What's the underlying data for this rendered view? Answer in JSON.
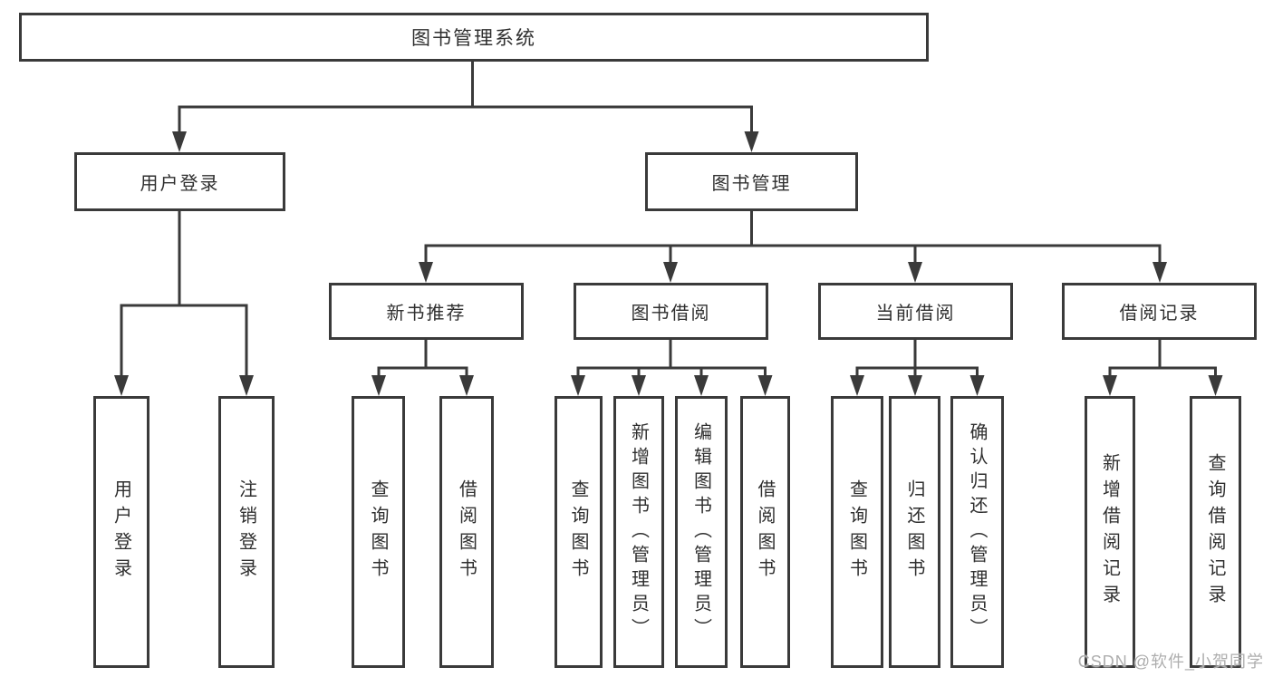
{
  "diagram": {
    "root": {
      "label": "图书管理系统",
      "children": [
        {
          "label": "用户登录",
          "children": [
            {
              "label": "用户登录"
            },
            {
              "label": "注销登录"
            }
          ]
        },
        {
          "label": "图书管理",
          "children": [
            {
              "label": "新书推荐",
              "children": [
                {
                  "label": "查询图书"
                },
                {
                  "label": "借阅图书"
                }
              ]
            },
            {
              "label": "图书借阅",
              "children": [
                {
                  "label": "查询图书"
                },
                {
                  "label": "新增图书（管理员）"
                },
                {
                  "label": "编辑图书（管理员）"
                },
                {
                  "label": "借阅图书"
                }
              ]
            },
            {
              "label": "当前借阅",
              "children": [
                {
                  "label": "查询图书"
                },
                {
                  "label": "归还图书"
                },
                {
                  "label": "确认归还（管理员）"
                }
              ]
            },
            {
              "label": "借阅记录",
              "children": [
                {
                  "label": "新增借阅记录"
                },
                {
                  "label": "查询借阅记录"
                }
              ]
            }
          ]
        }
      ]
    }
  },
  "watermark": {
    "text": "CSDN @软件_小贺同学"
  },
  "colors": {
    "line": "#3a3a3a",
    "text": "#2f2f2f",
    "box_background": "#ffffff",
    "watermark": "#aeaeae"
  }
}
